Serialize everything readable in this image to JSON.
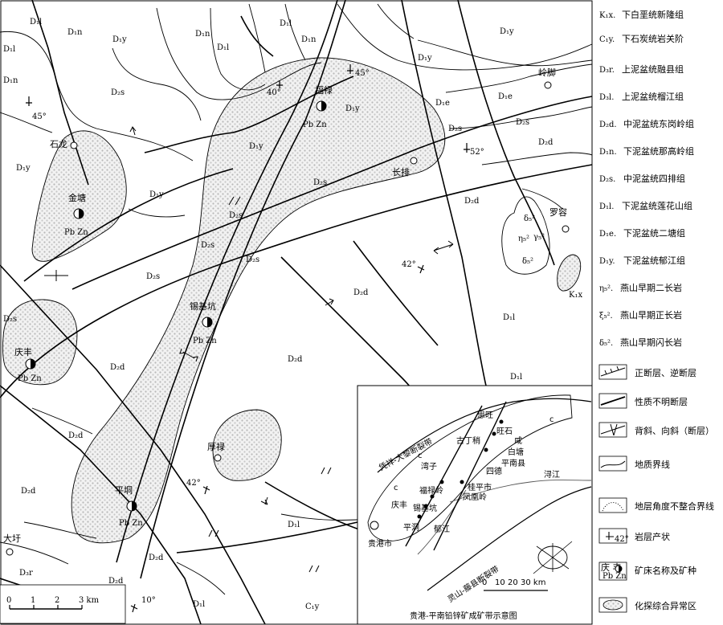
{
  "map": {
    "units": [
      {
        "id": "d1l-a",
        "text": "D₁l"
      },
      {
        "id": "d1n-a",
        "text": "D₁n"
      },
      {
        "id": "d1y-a",
        "text": "D₁y"
      },
      {
        "id": "d1l-b",
        "text": "D₁l"
      },
      {
        "id": "d1n-b",
        "text": "D₁n"
      },
      {
        "id": "d1l-c",
        "text": "D₁l"
      },
      {
        "id": "d1l-d",
        "text": "D₁l"
      },
      {
        "id": "d1n-c",
        "text": "D₁n"
      },
      {
        "id": "d1y-b",
        "text": "D₁y"
      },
      {
        "id": "d1y-c",
        "text": "D₁y"
      },
      {
        "id": "d1n-d",
        "text": "D₁n"
      },
      {
        "id": "d1y-d",
        "text": "D₁y"
      },
      {
        "id": "d1e-a",
        "text": "D₁e"
      },
      {
        "id": "d1e-b",
        "text": "D₁e"
      },
      {
        "id": "d2s-a",
        "text": "D₂s"
      },
      {
        "id": "d2s-b",
        "text": "D₂s"
      },
      {
        "id": "d2s-c",
        "text": "D₂s"
      },
      {
        "id": "d2d-a",
        "text": "D₂d"
      },
      {
        "id": "d1y-e",
        "text": "D₁y"
      },
      {
        "id": "d1y-f",
        "text": "D₁y"
      },
      {
        "id": "d1y-g",
        "text": "D₁y"
      },
      {
        "id": "d2s-d",
        "text": "D₂s"
      },
      {
        "id": "d2d-b",
        "text": "D₂d"
      },
      {
        "id": "d2s-e",
        "text": "D₂s"
      },
      {
        "id": "d2s-f",
        "text": "D₂s"
      },
      {
        "id": "d2s-g",
        "text": "D₂s"
      },
      {
        "id": "d2s-h",
        "text": "D₂s"
      },
      {
        "id": "d2d-c",
        "text": "D₂d"
      },
      {
        "id": "d1l-e",
        "text": "D₁l"
      },
      {
        "id": "d2d-d",
        "text": "D₂d"
      },
      {
        "id": "d2d-e",
        "text": "D₂d"
      },
      {
        "id": "d1l-f",
        "text": "D₁l"
      },
      {
        "id": "d2d-f",
        "text": "D₂d"
      },
      {
        "id": "d2d-g",
        "text": "D₂d"
      },
      {
        "id": "d1l-g",
        "text": "D₁l"
      },
      {
        "id": "d2d-h",
        "text": "D₂d"
      },
      {
        "id": "d3r",
        "text": "D₃r"
      },
      {
        "id": "d2d-i",
        "text": "D₂d"
      },
      {
        "id": "d1l-h",
        "text": "D₁l"
      },
      {
        "id": "c1y",
        "text": "C₁y"
      },
      {
        "id": "k1x",
        "text": "K₁x"
      }
    ],
    "places": [
      {
        "id": "shilong",
        "text": "石龙"
      },
      {
        "id": "linjiao",
        "text": "岭脚"
      },
      {
        "id": "changpai",
        "text": "长排"
      },
      {
        "id": "luorong",
        "text": "罗容"
      },
      {
        "id": "houtu",
        "text": "厚禄"
      },
      {
        "id": "daxu",
        "text": "大圩"
      }
    ],
    "deposits": [
      {
        "id": "fulu",
        "name": "福禄",
        "minerals": "Pb  Zn"
      },
      {
        "id": "jintang",
        "name": "金塘",
        "minerals": "Pb  Zn"
      },
      {
        "id": "xituokeng",
        "name": "锡基坑",
        "minerals": "Pb  Zn"
      },
      {
        "id": "qingfeng",
        "name": "庆丰",
        "minerals": "Pb  Zn"
      },
      {
        "id": "pingdong",
        "name": "平垌",
        "minerals": "Pb  Zn"
      }
    ],
    "attitudes": [
      "45°",
      "40°",
      "45°",
      "52°",
      "42°",
      "42°",
      "10°"
    ],
    "intrusive_labels": [
      "δ₅²",
      "η₅²",
      "γ₅²",
      "δ₅²"
    ],
    "scale": {
      "ticks": [
        "0",
        "1",
        "2",
        "3 km"
      ]
    }
  },
  "inset": {
    "title": "贵港-平南铅锌矿成矿带示意图",
    "belt_north": "凭祥-大黎断裂带",
    "belt_south": "灵山-藤县断裂带",
    "places": [
      "思旺",
      "旺石",
      "古丁稍",
      "咸",
      "白塘",
      "平南县",
      "四德",
      "桂平市",
      "凤凰岭",
      "浔江",
      "福禄岭",
      "锡基坑",
      "庆丰",
      "平洞",
      "贵港市",
      "郁江",
      "湾子"
    ],
    "c_labels": [
      "c",
      "c",
      "c"
    ],
    "scale_ticks": [
      "0",
      "10",
      "20",
      "30 km"
    ]
  },
  "legend": {
    "items": [
      {
        "symbol": "K₁x.",
        "text": "下白垩统新隆组"
      },
      {
        "symbol": "C₁y.",
        "text": "下石炭统岩关阶"
      },
      {
        "symbol": "D₃r.",
        "text": "上泥盆统融县组"
      },
      {
        "symbol": "D₃l.",
        "text": "上泥盆统榴江组"
      },
      {
        "symbol": "D₂d.",
        "text": "中泥盆统东岗岭组"
      },
      {
        "symbol": "D₁n.",
        "text": "下泥盆统那高岭组"
      },
      {
        "symbol": "D₂s.",
        "text": "中泥盆统四排组"
      },
      {
        "symbol": "D₁l.",
        "text": "下泥盆统莲花山组"
      },
      {
        "symbol": "D₁e.",
        "text": "下泥盆统二塘组"
      },
      {
        "symbol": "D₁y.",
        "text": "下泥盆统郁江组"
      },
      {
        "symbol": "η₅².",
        "text": "燕山早期二长岩"
      },
      {
        "symbol": "ξ₅².",
        "text": "燕山早期正长岩"
      },
      {
        "symbol": "δ₅².",
        "text": "燕山早期闪长岩"
      },
      {
        "symbol": "",
        "text": "正断层、逆断层"
      },
      {
        "symbol": "",
        "text": "性质不明断层"
      },
      {
        "symbol": "",
        "text": "背斜、向斜（断层）"
      },
      {
        "symbol": "",
        "text": "地质界线"
      },
      {
        "symbol": "",
        "text": "地层角度不整合界线"
      },
      {
        "symbol": "",
        "text": "岩层产状"
      },
      {
        "symbol": "",
        "text": "矿床名称及矿种"
      },
      {
        "symbol": "",
        "text": "化探综合异常区"
      }
    ],
    "sample_deposit": {
      "name": "庆 丰",
      "minerals": "Pb  Zn"
    },
    "sample_angle": "42°"
  }
}
